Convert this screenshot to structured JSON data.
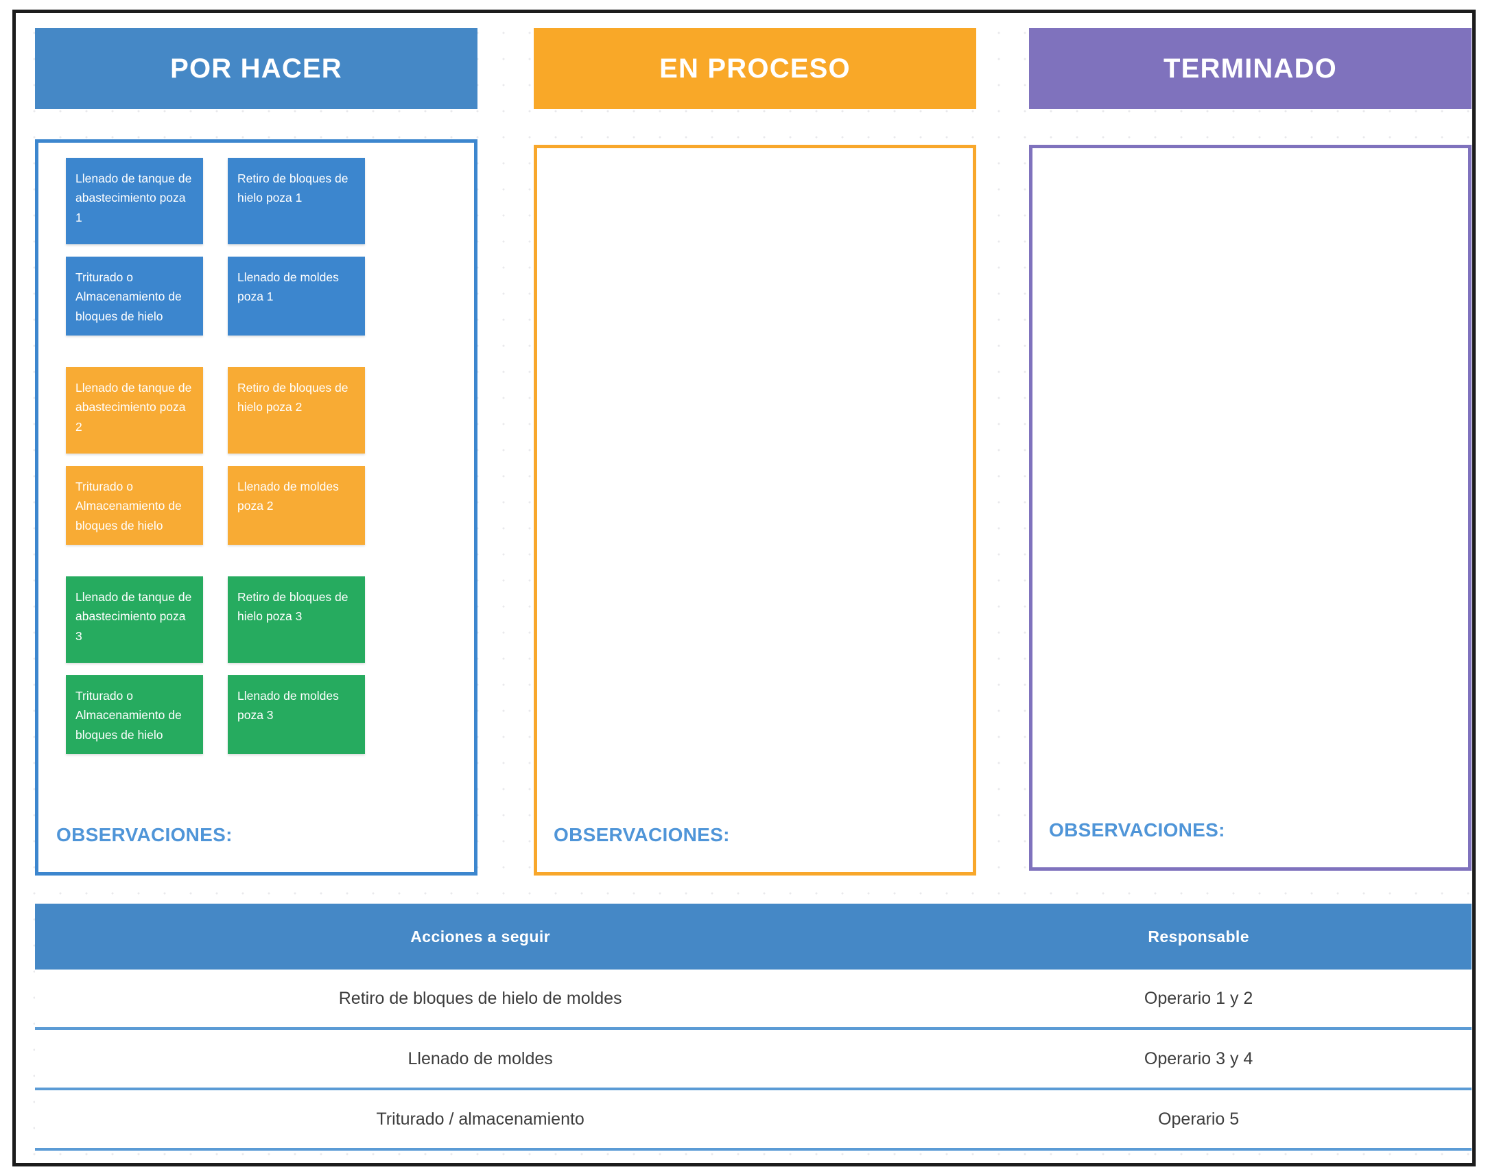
{
  "board": {
    "title_bar_present": false,
    "colors": {
      "blue": "#3c86ce",
      "blue_header": "#4588c6",
      "orange": "#f8ab34",
      "orange_header": "#f9a828",
      "purple": "#7f72bd",
      "green": "#26ab5f",
      "observaciones_text": "#4f95d8",
      "table_rule": "#5b9bd5",
      "frame": "#1c1c1c"
    },
    "columns": [
      {
        "id": "todo",
        "header": "POR HACER",
        "observaciones_label": "OBSERVACIONES:",
        "groups": [
          {
            "color": "blue",
            "cards": [
              "Llenado de tanque de abastecimiento poza 1",
              "Retiro de bloques de hielo poza 1",
              "Triturado o Almacenamiento de bloques de hielo",
              "Llenado de moldes poza 1"
            ]
          },
          {
            "color": "orange",
            "cards": [
              "Llenado de tanque de abastecimiento poza 2",
              "Retiro de bloques de hielo poza 2",
              "Triturado o Almacenamiento de bloques de hielo",
              "Llenado de moldes poza 2"
            ]
          },
          {
            "color": "green",
            "cards": [
              "Llenado de tanque de abastecimiento poza 3",
              "Retiro de bloques de hielo poza 3",
              "Triturado o Almacenamiento de bloques de hielo",
              "Llenado de moldes poza 3"
            ]
          }
        ]
      },
      {
        "id": "doing",
        "header": "EN PROCESO",
        "observaciones_label": "OBSERVACIONES:",
        "groups": []
      },
      {
        "id": "done",
        "header": "TERMINADO",
        "observaciones_label": "OBSERVACIONES:",
        "groups": []
      }
    ]
  },
  "actions_table": {
    "headers": {
      "col1": "Acciones a seguir",
      "col2": "Responsable"
    },
    "rows": [
      {
        "accion": "Retiro de bloques de hielo de moldes",
        "responsable": "Operario 1 y 2"
      },
      {
        "accion": "Llenado de moldes",
        "responsable": "Operario 3 y 4"
      },
      {
        "accion": "Triturado / almacenamiento",
        "responsable": "Operario 5"
      }
    ]
  }
}
